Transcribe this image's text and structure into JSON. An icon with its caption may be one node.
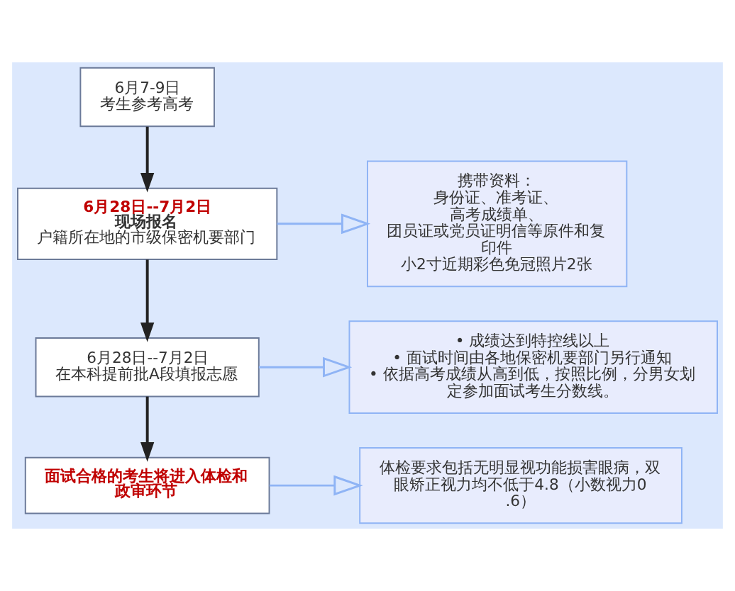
{
  "diagram": {
    "nodes": [
      {
        "text": [
          "6月7-9日",
          "考生参考高考"
        ]
      },
      {
        "text": [
          "6月28日--7月2日",
          "现场报名",
          "户籍所在地的市级保密机要部门"
        ]
      },
      {
        "text": [
          "6月28日--7月2日",
          "在本科提前批A段填报志愿"
        ]
      },
      {
        "text": [
          "面试合格的考生将进入体检和政审环节"
        ]
      },
      {
        "text": [
          "携带资料：",
          "身份证、准考证、",
          "高考成绩单、",
          "团员证或党员证明信等原件和复印件",
          "小2寸近期彩色免冠照片2张"
        ]
      },
      {
        "text": [
          "• 成绩达到特控线以上",
          "• 面试时间由各地保密机要部门另行通知",
          "• 依据高考成绩从高到低，按照比例，分男女划定参加面试考生分数线。"
        ]
      },
      {
        "text": [
          "体检要求包括无明显视功能损害眼病，双眼矫正视力均不低于4.8（小数视力0.6）"
        ]
      }
    ],
    "edges": [
      {
        "from": 0,
        "to": 1,
        "arrow": "to"
      },
      {
        "from": 1,
        "to": 2,
        "arrow": "to"
      },
      {
        "from": 2,
        "to": 3,
        "arrow": "to"
      },
      {
        "from": 1,
        "to": 4,
        "arrow": "to",
        "color": "#8fb4f5"
      },
      {
        "from": 2,
        "to": 5,
        "arrow": "to",
        "color": "#8fb4f5"
      },
      {
        "from": 3,
        "to": 6,
        "arrow": "to",
        "color": "#8fb4f5"
      }
    ]
  }
}
